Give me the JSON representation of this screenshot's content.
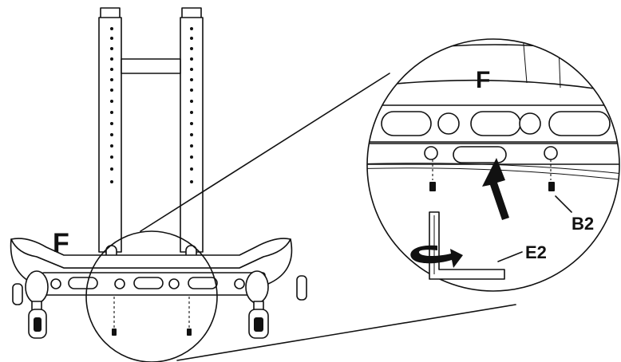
{
  "diagram": {
    "labels": {
      "part_main": "F",
      "part_detail": "F",
      "screw": "B2",
      "hex_key": "E2"
    },
    "colors": {
      "ink": "#111111",
      "paper": "#ffffff"
    },
    "icons": [
      "rotate-arrow-icon",
      "push-up-arrow-icon",
      "hex-key-icon",
      "screw-icon"
    ]
  }
}
